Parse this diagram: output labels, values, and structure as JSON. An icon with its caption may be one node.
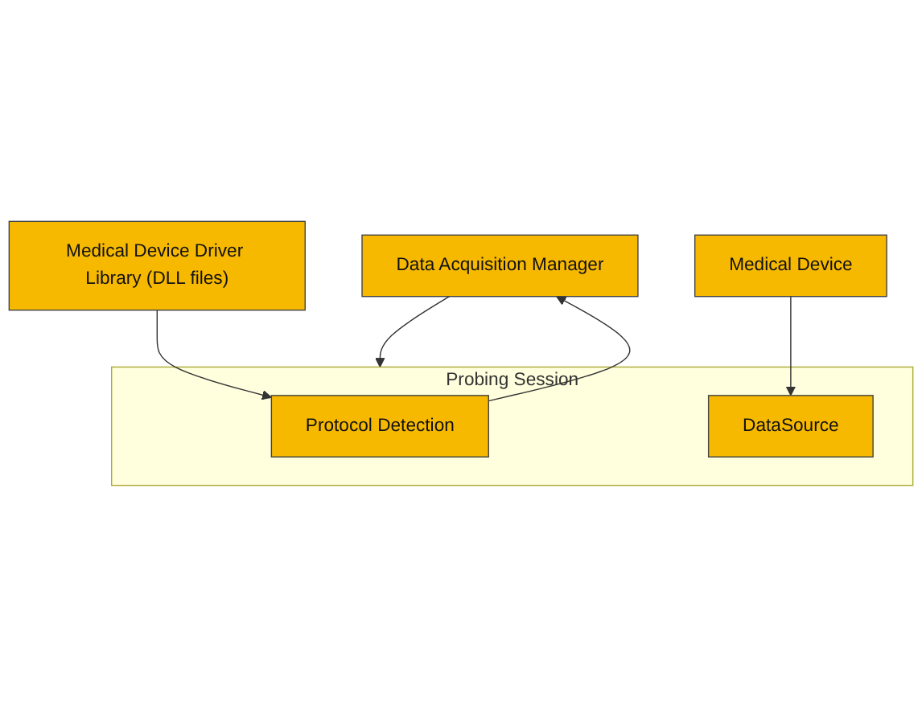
{
  "diagram": {
    "nodes": [
      {
        "text": [
          "Data Acquisition Manager"
        ]
      },
      {
        "text": [
          "Probing Session"
        ]
      },
      {
        "text": [
          "Protocol Detection"
        ],
        "in": 1
      },
      {
        "text": [
          "DataSource"
        ],
        "in": 1
      },
      {
        "text": [
          "Medical Device Driver Library (DLL files)"
        ]
      },
      {
        "text": [
          "Medical Device"
        ]
      }
    ],
    "edges": [
      {
        "from": 0,
        "to": 1,
        "arrow": "to"
      },
      {
        "from": 2,
        "to": 0,
        "arrow": "to"
      },
      {
        "from": 4,
        "to": 2,
        "arrow": "to"
      },
      {
        "from": 5,
        "to": 3,
        "arrow": "to"
      }
    ]
  }
}
